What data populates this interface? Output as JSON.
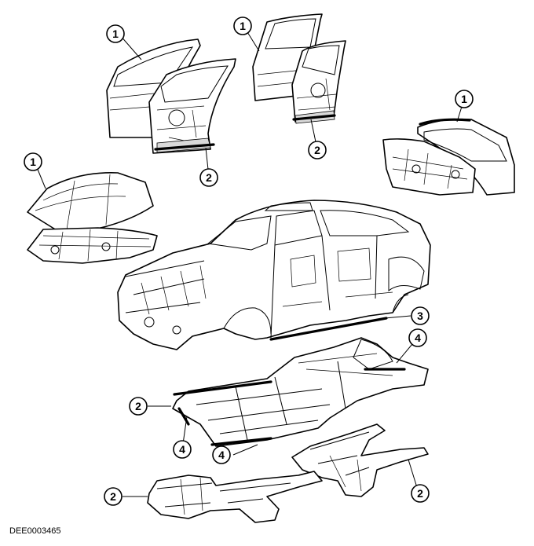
{
  "figure": {
    "reference_code": "DEE0003465",
    "callouts": [
      {
        "id": "front-door",
        "number": "1"
      },
      {
        "id": "rear-door",
        "number": "1"
      },
      {
        "id": "liftgate",
        "number": "1"
      },
      {
        "id": "hood",
        "number": "1"
      },
      {
        "id": "front-door-sill",
        "number": "2"
      },
      {
        "id": "rear-door-sill",
        "number": "2"
      },
      {
        "id": "rocker-panel",
        "number": "3"
      },
      {
        "id": "floor-right-rail",
        "number": "4"
      },
      {
        "id": "floor-left-rail",
        "number": "2"
      },
      {
        "id": "floor-left-edge",
        "number": "4"
      },
      {
        "id": "floor-front-edge",
        "number": "4"
      },
      {
        "id": "rear-subframe",
        "number": "2"
      },
      {
        "id": "front-subframe",
        "number": "2"
      }
    ]
  }
}
